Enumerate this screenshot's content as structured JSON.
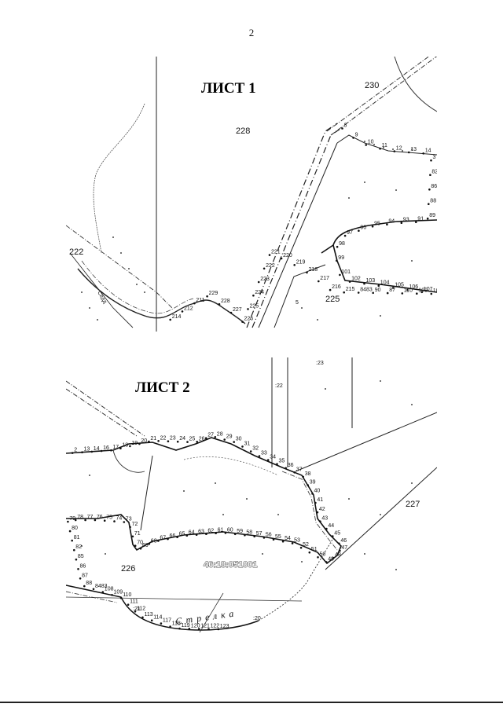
{
  "page": {
    "number": "2"
  },
  "sheet1": {
    "title": "ЛИСТ 1",
    "parcel_labels": [
      "228",
      "230",
      "222",
      "225",
      "5"
    ],
    "stream_label": "Седд",
    "point_labels": [
      "8",
      "9",
      "10",
      "11",
      "12",
      "13",
      "14",
      "3",
      "82",
      "86",
      "88",
      "89",
      "91",
      "93",
      "94",
      "95",
      "96",
      "97",
      "98",
      "99",
      "101",
      "102",
      "103",
      "104",
      "105",
      "106",
      "107",
      "108",
      "109",
      "110",
      "87",
      "90",
      "8483",
      "215",
      "216",
      "217",
      "218",
      "219",
      "220",
      "221",
      "222",
      "223",
      "224",
      "225",
      "226",
      "227",
      "228",
      "229",
      "211",
      "212",
      "214"
    ]
  },
  "sheet2": {
    "title": "ЛИСТ 2",
    "cadastral_number": "46:18:051001",
    "parcel_labels": [
      "226",
      "227",
      ":23",
      ":22",
      ":21",
      ":20"
    ],
    "road_text": "Стрелка",
    "point_labels": [
      "2",
      "13",
      "14",
      "16",
      "17",
      "18",
      "19",
      "20",
      "21",
      "22",
      "23",
      "24",
      "25",
      "26",
      "27",
      "28",
      "29",
      "30",
      "31",
      "32",
      "33",
      "34",
      "35",
      "36",
      "37",
      "38",
      "39",
      "40",
      "41",
      "42",
      "43",
      "44",
      "45",
      "46",
      "47",
      "48",
      "49",
      "50",
      "51",
      "52",
      "53",
      "54",
      "55",
      "56",
      "57",
      "58",
      "59",
      "60",
      "61",
      "62",
      "63",
      "64",
      "65",
      "66",
      "67",
      "68",
      "69",
      "70",
      "71",
      "72",
      "73",
      "74",
      "75",
      "76",
      "77",
      "78",
      "79",
      "80",
      "81",
      "82",
      "85",
      "86",
      "87",
      "88",
      "8483",
      "108",
      "109",
      "110",
      "111",
      "112",
      "113",
      "114",
      "117",
      "118",
      "119",
      "120",
      "121",
      "122",
      "123"
    ]
  }
}
